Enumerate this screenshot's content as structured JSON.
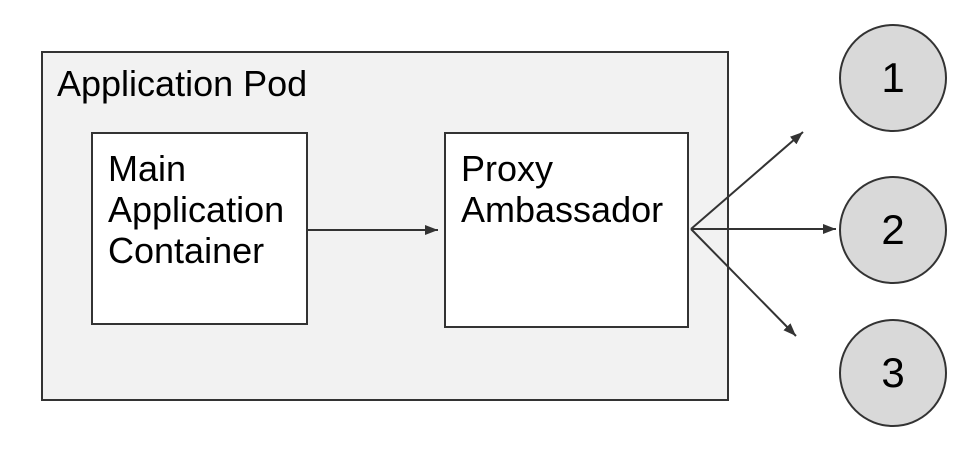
{
  "diagram": {
    "pod_label": "Application Pod",
    "main_container": {
      "lines": [
        "Main",
        "Application",
        "Container"
      ]
    },
    "proxy": {
      "lines": [
        "Proxy",
        "Ambassador"
      ]
    },
    "endpoints": [
      {
        "label": "1"
      },
      {
        "label": "2"
      },
      {
        "label": "3"
      }
    ]
  },
  "colors": {
    "canvas_bg": "#ffffff",
    "pod_fill": "#f2f2f2",
    "node_fill": "#ffffff",
    "endpoint_fill": "#d9d9d9",
    "stroke": "#333333",
    "text": "#000000"
  }
}
